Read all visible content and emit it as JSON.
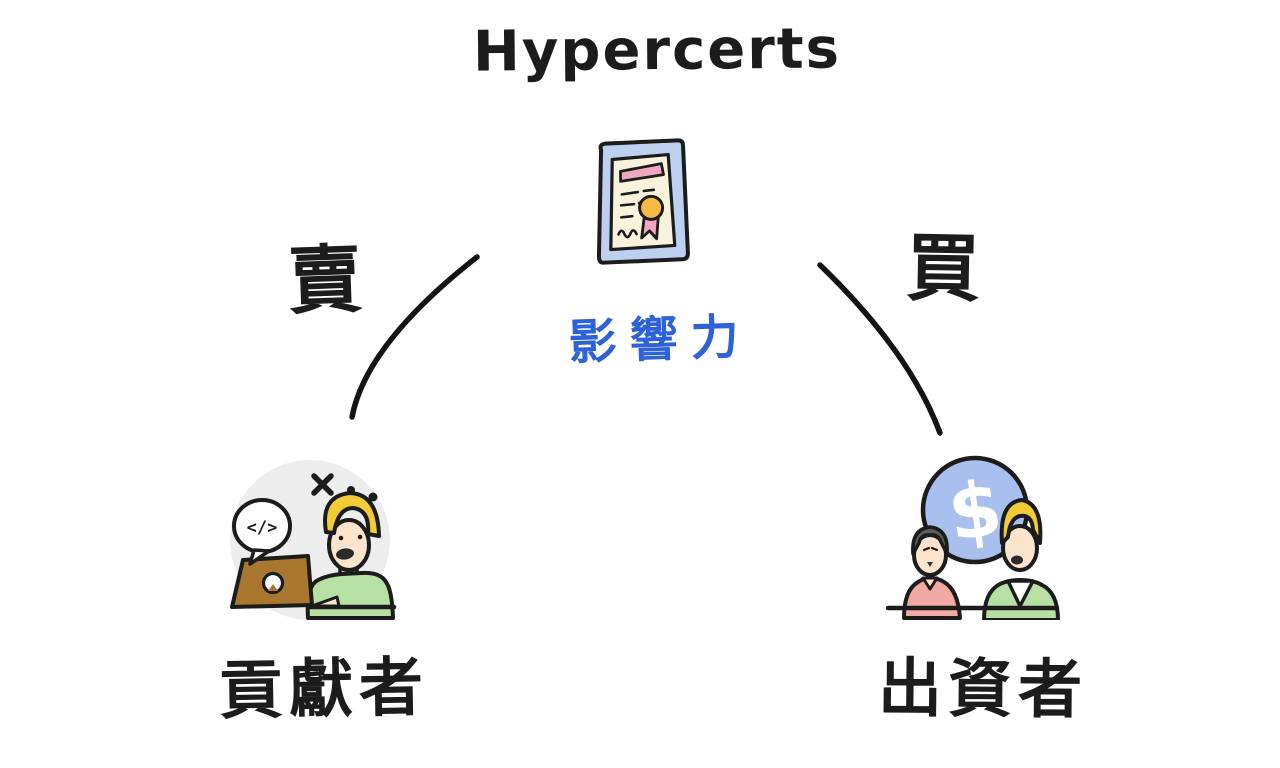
{
  "diagram": {
    "title": "Hypercerts",
    "center": {
      "icon": "hand-drawn certificate with ribbon seal",
      "impact_label": "影響力"
    },
    "edges": {
      "left_label": "賣",
      "right_label": "買"
    },
    "nodes": {
      "left": {
        "label": "貢獻者",
        "illustration": "contributor coding at laptop",
        "bubble_text": "</>",
        "frustration_marks": "×··"
      },
      "right": {
        "label": "出資者",
        "illustration": "two funders with money circle",
        "dollar_sign": "$"
      }
    },
    "colors": {
      "impact_text_blue": "#2e62d9",
      "ink": "#1c1c1c",
      "certificate_frame_blue": "#bdd0f0",
      "certificate_paper": "#f8f2dd",
      "certificate_pink": "#f0a8c0",
      "seal_orange": "#f7bb45",
      "laptop_brown": "#a9772e",
      "hair_blond": "#f2cb35",
      "hair_gray": "#5b5b5b",
      "shirt_green": "#b7e0a3",
      "shirt_pink": "#f2a9a4",
      "skin": "#fce3cc",
      "money_circle_blue": "#a9bfee",
      "backdrop_gray": "#ededed"
    }
  }
}
